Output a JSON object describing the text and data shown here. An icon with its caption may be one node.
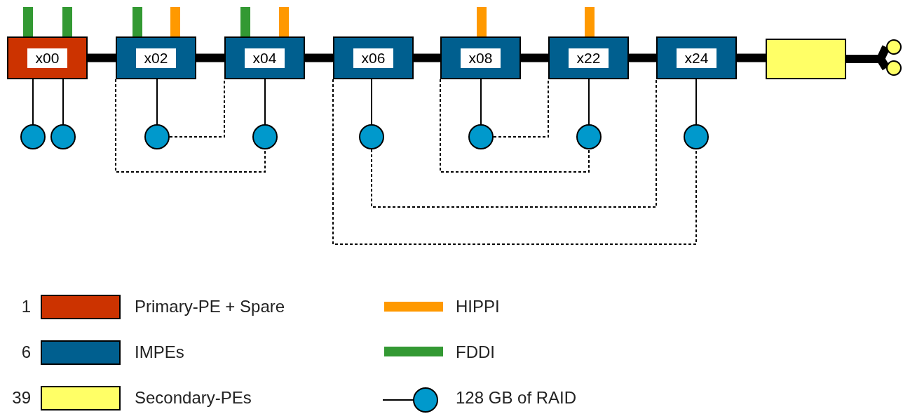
{
  "diagram": {
    "nodes": [
      {
        "text": [
          "x00"
        ]
      },
      {
        "text": [
          "x02"
        ]
      },
      {
        "text": [
          "x04"
        ]
      },
      {
        "text": [
          "x06"
        ]
      },
      {
        "text": [
          "x08"
        ]
      },
      {
        "text": [
          "x22"
        ]
      },
      {
        "text": [
          "x24"
        ]
      },
      {
        "text": [],
        "shape": "box"
      },
      {
        "text": [],
        "shape": "circle"
      },
      {
        "text": [],
        "shape": "circle"
      },
      {
        "text": [],
        "shape": "circle"
      },
      {
        "text": [],
        "shape": "circle"
      },
      {
        "text": [],
        "shape": "circle"
      },
      {
        "text": [],
        "shape": "circle"
      },
      {
        "text": [],
        "shape": "circle"
      },
      {
        "text": [],
        "shape": "circle"
      },
      {
        "text": [],
        "shape": "circle"
      },
      {
        "text": [],
        "shape": "circle"
      },
      {
        "text": [],
        "shape": "bar"
      },
      {
        "text": [],
        "shape": "bar"
      },
      {
        "text": [],
        "shape": "bar"
      },
      {
        "text": [],
        "shape": "bar"
      },
      {
        "text": [],
        "shape": "bar"
      },
      {
        "text": [],
        "shape": "bar"
      },
      {
        "text": [],
        "shape": "bar"
      },
      {
        "text": [],
        "shape": "bar"
      }
    ],
    "edges": [
      {
        "from": 0,
        "to": 1,
        "arrow": "none",
        "style": "thick"
      },
      {
        "from": 1,
        "to": 2,
        "arrow": "none",
        "style": "thick"
      },
      {
        "from": 2,
        "to": 3,
        "arrow": "none",
        "style": "thick"
      },
      {
        "from": 3,
        "to": 4,
        "arrow": "none",
        "style": "thick"
      },
      {
        "from": 4,
        "to": 5,
        "arrow": "none",
        "style": "thick"
      },
      {
        "from": 5,
        "to": 6,
        "arrow": "none",
        "style": "thick"
      },
      {
        "from": 6,
        "to": 7,
        "arrow": "none",
        "style": "thick"
      },
      {
        "from": 7,
        "to": 8,
        "arrow": "none",
        "style": "thick"
      },
      {
        "from": 7,
        "to": 9,
        "arrow": "none",
        "style": "thick"
      },
      {
        "from": 0,
        "to": 10,
        "arrow": "none"
      },
      {
        "from": 0,
        "to": 11,
        "arrow": "none"
      },
      {
        "from": 1,
        "to": 12,
        "arrow": "none"
      },
      {
        "from": 2,
        "to": 13,
        "arrow": "none"
      },
      {
        "from": 3,
        "to": 14,
        "arrow": "none"
      },
      {
        "from": 4,
        "to": 15,
        "arrow": "none"
      },
      {
        "from": 5,
        "to": 16,
        "arrow": "none"
      },
      {
        "from": 6,
        "to": 17,
        "arrow": "none"
      },
      {
        "from": 12,
        "to": 2,
        "arrow": "none",
        "style": "dashed"
      },
      {
        "from": 1,
        "to": 13,
        "arrow": "none",
        "style": "dashed"
      },
      {
        "from": 15,
        "to": 5,
        "arrow": "none",
        "style": "dashed"
      },
      {
        "from": 4,
        "to": 16,
        "arrow": "none",
        "style": "dashed"
      },
      {
        "from": 14,
        "to": 6,
        "arrow": "none",
        "style": "dashed"
      },
      {
        "from": 3,
        "to": 17,
        "arrow": "none",
        "style": "dashed"
      }
    ],
    "labels": [
      "1",
      "6",
      "39"
    ],
    "legend": [
      {
        "text": "Primary-PE + Spare",
        "color": "#cc3300"
      },
      {
        "text": "IMPEs",
        "color": "#005f8f"
      },
      {
        "text": "Secondary-PEs",
        "color": "#ffff66"
      },
      {
        "text": "HIPPI",
        "color": "#ff9900"
      },
      {
        "text": "FDDI",
        "color": "#339933"
      },
      {
        "text": "128 GB of RAID"
      }
    ]
  }
}
